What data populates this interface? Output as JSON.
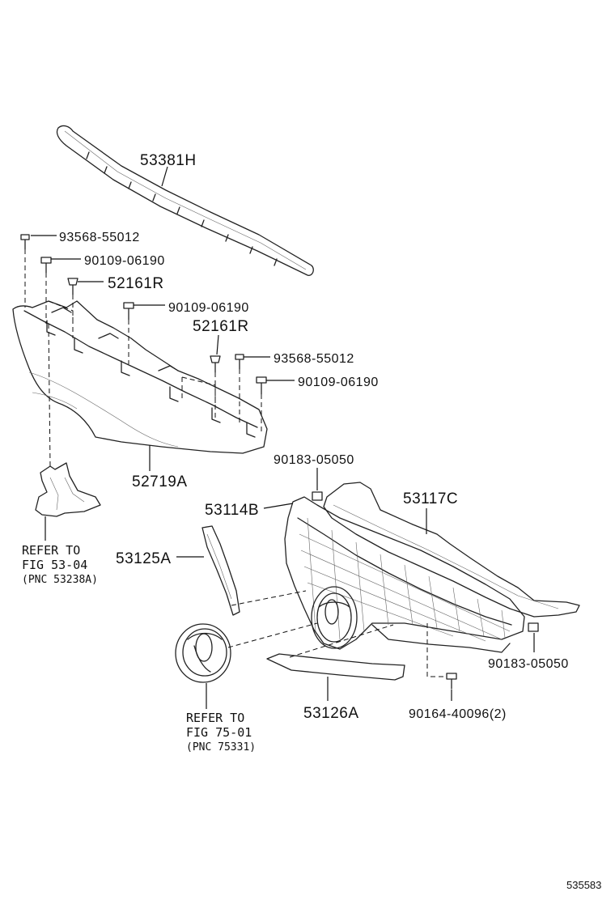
{
  "diagram": {
    "parts": {
      "p53381H": "53381H",
      "p93568_a": "93568-55012",
      "p90109_a": "90109-06190",
      "p52161R_a": "52161R",
      "p90109_b": "90109-06190",
      "p52161R_b": "52161R",
      "p93568_b": "93568-55012",
      "p90109_c": "90109-06190",
      "p52719A": "52719A",
      "p90183_a": "90183-05050",
      "p53117C": "53117C",
      "p53114B": "53114B",
      "p53125A": "53125A",
      "p90183_b": "90183-05050",
      "p53126A": "53126A",
      "p90164": "90164-40096(2)"
    },
    "notes": {
      "ref1_l1": "REFER TO",
      "ref1_l2": "FIG 53-04",
      "ref1_l3": "(PNC 53238A)",
      "ref2_l1": "REFER TO",
      "ref2_l2": "FIG 75-01",
      "ref2_l3": "(PNC 75331)"
    },
    "figure_number": "535583"
  }
}
